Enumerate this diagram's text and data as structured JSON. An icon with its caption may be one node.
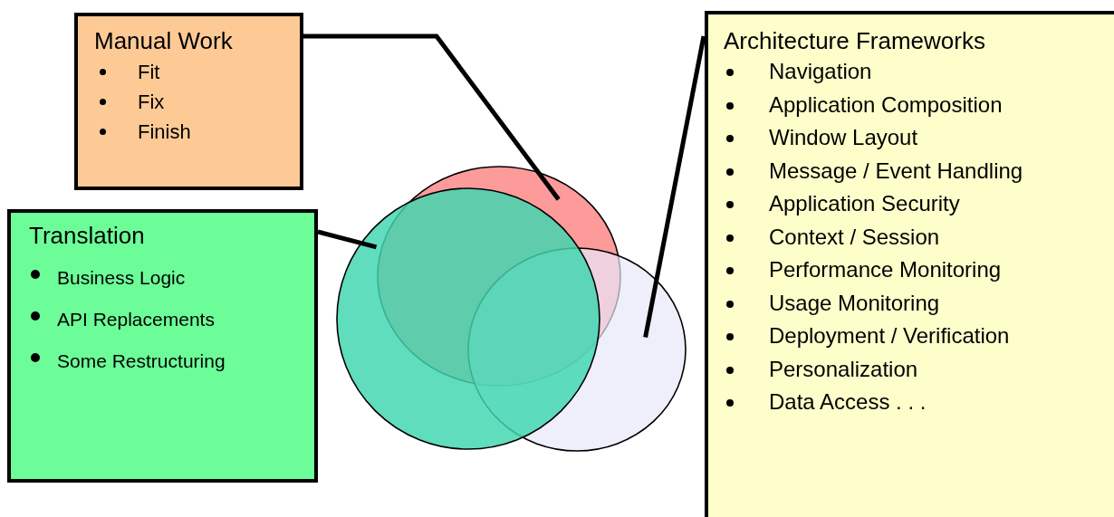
{
  "diagram": {
    "nodes": [
      {
        "text": [
          "Manual Work",
          "Fit",
          "Fix",
          "Finish"
        ]
      },
      {
        "text": [
          "Translation",
          "Business Logic",
          "API Replacements",
          "Some Restructuring"
        ]
      },
      {
        "text": [
          "Architecture Frameworks",
          "Navigation",
          "Application Composition",
          "Window Layout",
          "Message / Event Handling",
          "Application Security",
          "Context / Session",
          "Performance Monitoring",
          "Usage Monitoring",
          "Deployment / Verification",
          "Personalization",
          "Data Access . . ."
        ]
      },
      {
        "text": [],
        "shape": "circle"
      },
      {
        "text": [],
        "shape": "circle"
      },
      {
        "text": [],
        "shape": "circle"
      }
    ],
    "edges": [
      {
        "from": 0,
        "to": 3,
        "arrow": "none"
      },
      {
        "from": 1,
        "to": 4,
        "arrow": "none"
      },
      {
        "from": 2,
        "to": 5,
        "arrow": "none"
      }
    ]
  }
}
